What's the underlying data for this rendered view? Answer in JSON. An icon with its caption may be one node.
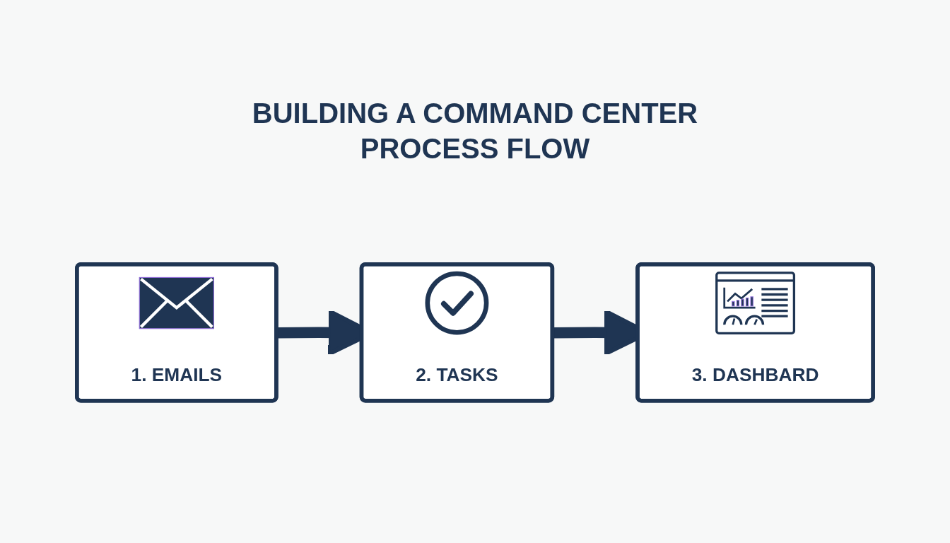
{
  "diagram": {
    "title": "BUILDING A COMMAND CENTER PROCESS FLOW",
    "nodes": [
      {
        "text": [
          "1. EMAILS"
        ]
      },
      {
        "text": [
          "2. TASKS"
        ]
      },
      {
        "text": [
          "3. DASHBARD"
        ]
      }
    ],
    "edges": [
      {
        "from": 0,
        "to": 1,
        "arrow": "to"
      },
      {
        "from": 1,
        "to": 2,
        "arrow": "to"
      }
    ]
  }
}
